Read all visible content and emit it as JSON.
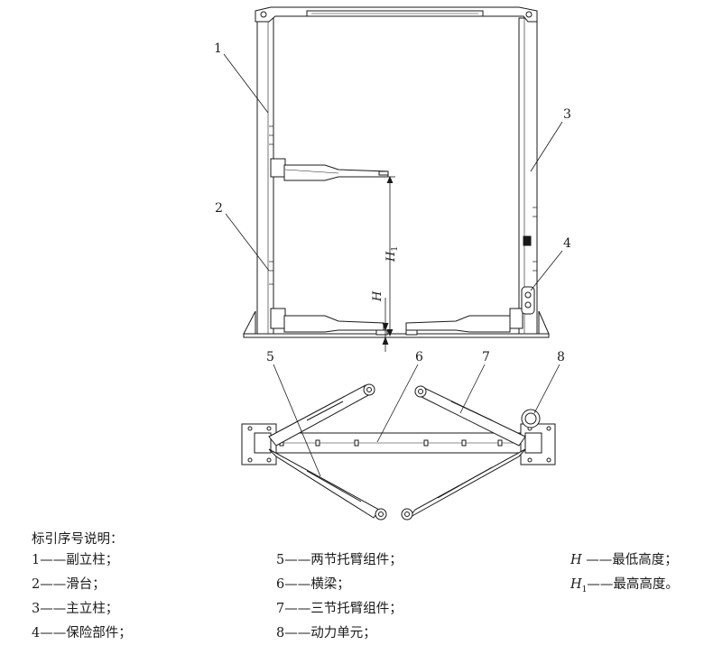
{
  "callouts": [
    "1",
    "2",
    "3",
    "4",
    "5",
    "6",
    "7",
    "8"
  ],
  "dimensions": {
    "h": "H",
    "h1_main": "H",
    "h1_sub": "1"
  },
  "legend": {
    "title": "标引序号说明：",
    "items": [
      {
        "num": "1",
        "text": "副立柱；"
      },
      {
        "num": "2",
        "text": "滑台；"
      },
      {
        "num": "3",
        "text": "主立柱；"
      },
      {
        "num": "4",
        "text": "保险部件；"
      },
      {
        "num": "5",
        "text": "两节托臂组件；"
      },
      {
        "num": "6",
        "text": "横梁；"
      },
      {
        "num": "7",
        "text": "三节托臂组件；"
      },
      {
        "num": "8",
        "text": "动力单元；"
      }
    ],
    "dash": "——",
    "symbols": [
      {
        "sym": "H",
        "sub": "",
        "dash": " ——",
        "text": "最低高度；"
      },
      {
        "sym": "H",
        "sub": "1",
        "dash": "——",
        "text": "最高高度。"
      }
    ]
  }
}
